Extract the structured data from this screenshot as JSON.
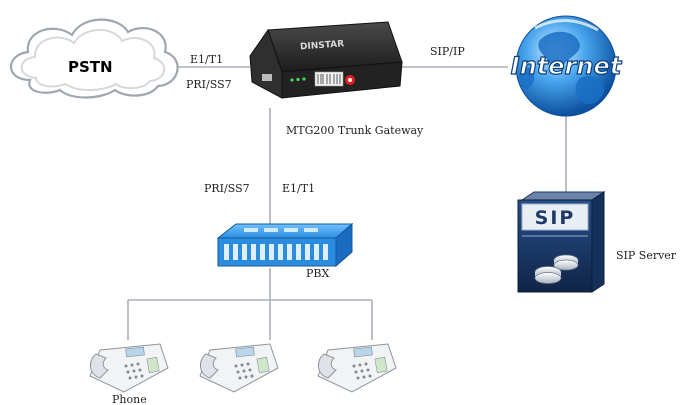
{
  "pstn": {
    "label": "PSTN"
  },
  "gateway": {
    "brand": "DINSTAR",
    "caption": "MTG200 Trunk Gateway"
  },
  "links": {
    "pstn_gateway_top": "E1/T1",
    "pstn_gateway_bottom": "PRI/SS7",
    "gateway_internet": "SIP/IP",
    "gateway_pbx_left": "PRI/SS7",
    "gateway_pbx_right": "E1/T1"
  },
  "internet": {
    "label": "Internet"
  },
  "sip_server": {
    "badge": "SIP",
    "label": "SIP Server"
  },
  "pbx": {
    "label": "PBX"
  },
  "phones": {
    "label": "Phone"
  },
  "colors": {
    "line": "#a8b0b8",
    "pbx_blue": "#2b8de0",
    "globe_blue": "#1f7fd6",
    "server_dark": "#1e3a6a"
  }
}
